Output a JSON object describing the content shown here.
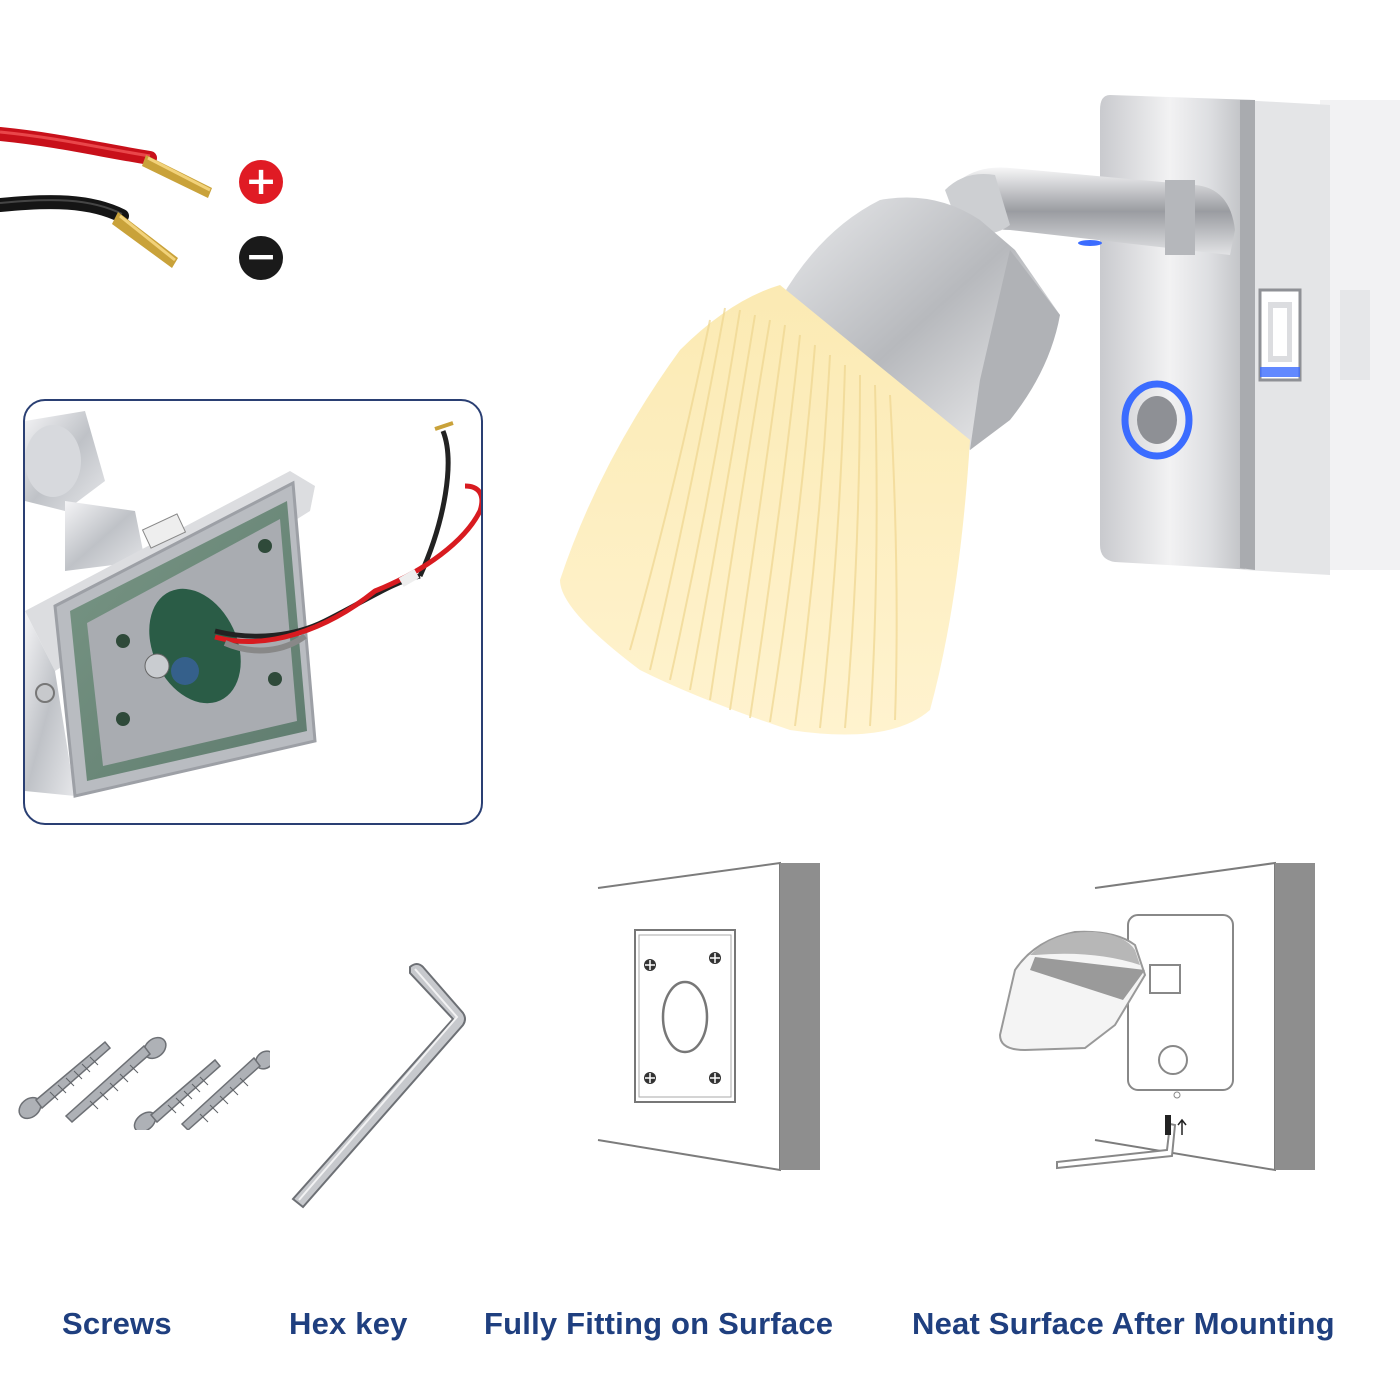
{
  "labels": {
    "screws": "Screws",
    "hex_key": "Hex key",
    "fitting": "Fully Fitting on Surface",
    "neat": "Neat Surface After Mounting"
  },
  "polarity": {
    "positive_symbol": "+",
    "negative_symbol": "−"
  },
  "colors": {
    "caption": "#1f3f7f",
    "positive": "#e01b24",
    "negative": "#1a1a1a",
    "inset_border": "#2a3f73",
    "lamp_diffuser": "#f7e6b0",
    "indicator_blue": "#3b6cff"
  }
}
